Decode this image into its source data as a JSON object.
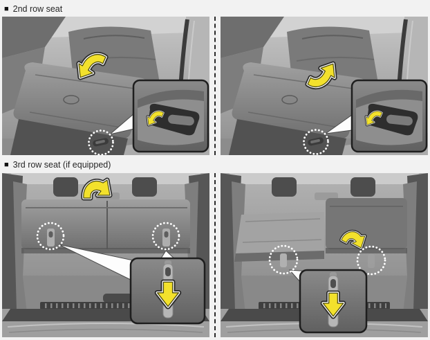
{
  "colors": {
    "arrow_yellow": "#f3e12c",
    "arrow_ink": "#2b2b2b",
    "halo": "#ffffff",
    "divider": "#2a2a2a",
    "page_bg": "#f2f2f2",
    "label_text": "#262626"
  },
  "sections": [
    {
      "bullet": "■",
      "label": "2nd row seat"
    },
    {
      "bullet": "■",
      "label": "3rd row seat (if equipped)"
    }
  ],
  "icons": {
    "fold_forward_arrow": "curved-yellow-arrow-down-left",
    "fold_upright_arrow": "curved-yellow-arrow-up-right",
    "fold_over_arrow": "arched-yellow-arrow-down",
    "flip_forward_arrow": "curled-yellow-arrow-down-right",
    "pull_strap_arrow": "yellow-down-arrow",
    "lever_callout": "white-dotted-circle",
    "strap_callout": "white-dotted-circle"
  }
}
